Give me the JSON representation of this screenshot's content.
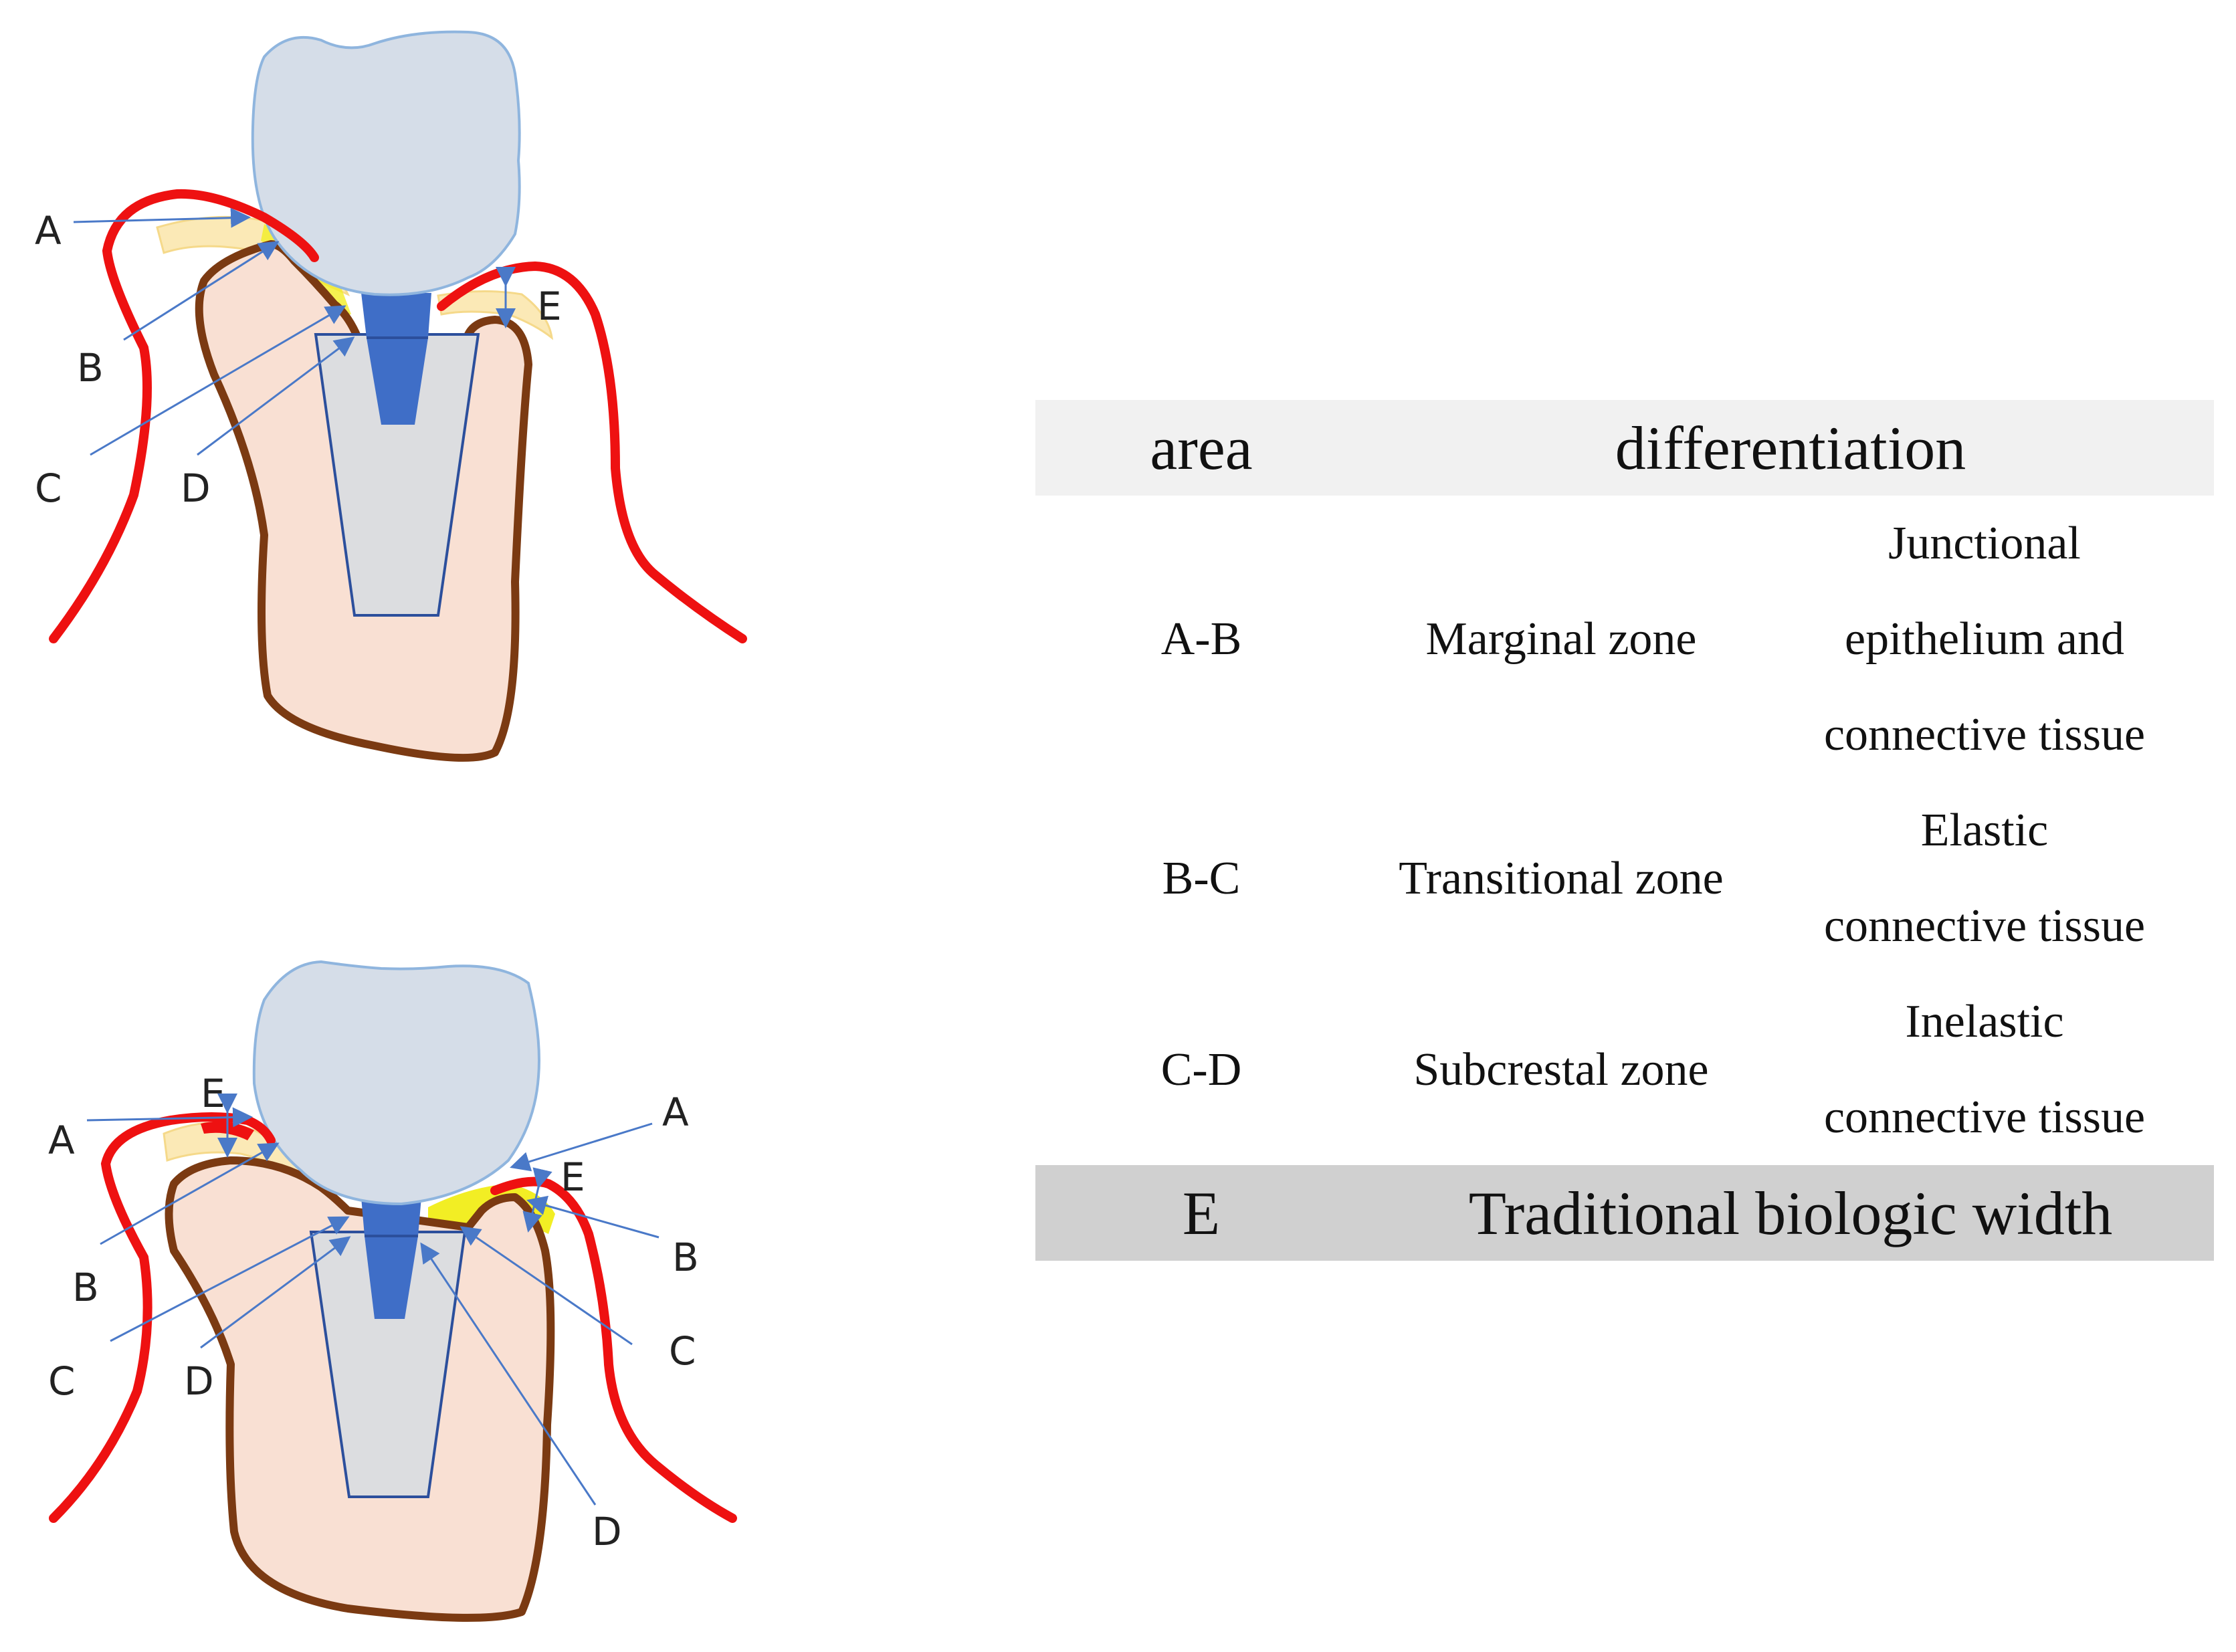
{
  "diagram_top": {
    "labels": {
      "A": "A",
      "B": "B",
      "C": "C",
      "D": "D",
      "E": "E"
    }
  },
  "diagram_bottom": {
    "labels_left": {
      "A": "A",
      "B": "B",
      "C": "C",
      "D": "D",
      "E": "E"
    },
    "labels_right": {
      "A": "A",
      "B": "B",
      "C": "C",
      "D": "D",
      "E": "E"
    }
  },
  "table": {
    "header": {
      "area": "area",
      "differentiation": "differentiation"
    },
    "rows": [
      {
        "area": "A-B",
        "zone": "Marginal zone",
        "tissue_lines": [
          "Junctional",
          "epithelium and",
          "connective tissue"
        ]
      },
      {
        "area": "B-C",
        "zone": "Transitional zone",
        "tissue_lines": [
          "Elastic",
          "connective tissue"
        ]
      },
      {
        "area": "C-D",
        "zone": "Subcrestal zone",
        "tissue_lines": [
          "Inelastic",
          "connective tissue"
        ]
      }
    ],
    "footer": {
      "area": "E",
      "differentiation": "Traditional biologic width"
    }
  },
  "colors": {
    "gingiva": "#ee1111",
    "bone_outline": "#7b3a12",
    "bone_fill": "#f9e0d3",
    "crown_fill": "#d5dde8",
    "crown_outline": "#8fb5de",
    "abutment": "#3f6ec7",
    "implant_fill": "#dcdde0",
    "implant_outline": "#2c4f9c",
    "soft_tissue": "#fbe9b6",
    "highlight": "#f2ee24",
    "pointer": "#4a79c8"
  }
}
